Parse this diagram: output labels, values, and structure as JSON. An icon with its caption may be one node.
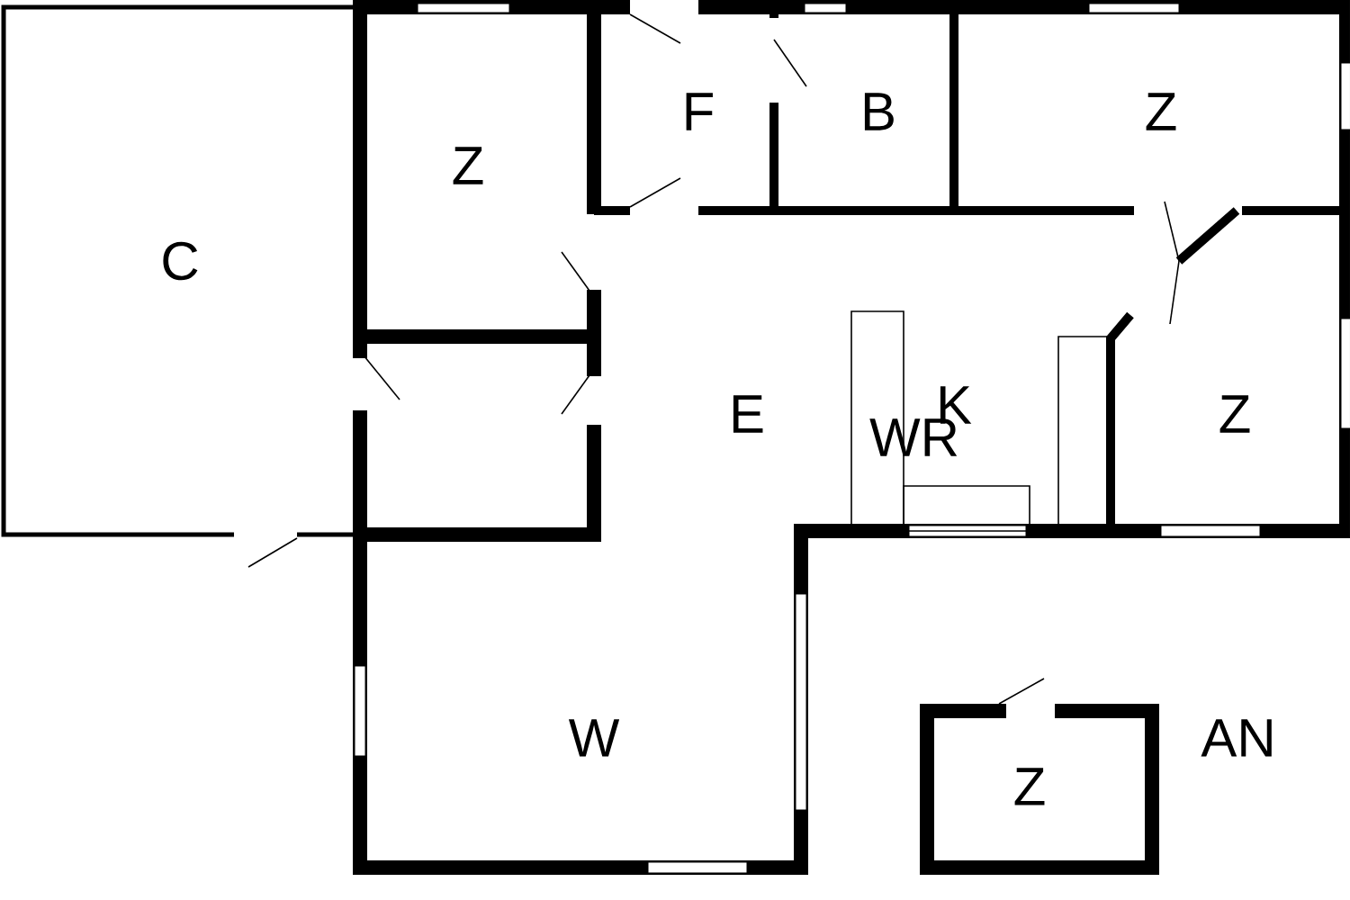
{
  "diagram": {
    "labels": [
      "F",
      "B",
      "Z",
      "Z",
      "C",
      "E",
      "K",
      "WR",
      "Z",
      "W",
      "AN",
      "Z"
    ]
  }
}
